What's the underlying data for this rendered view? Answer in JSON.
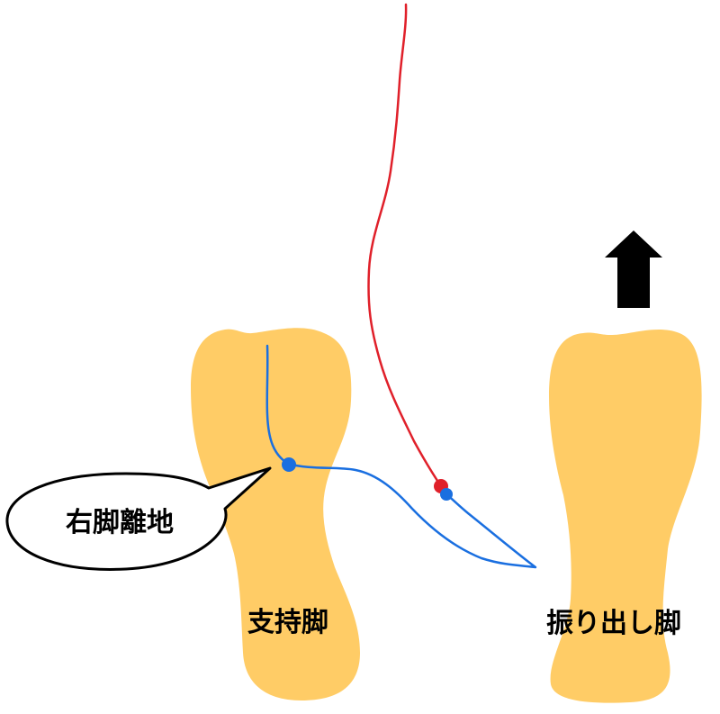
{
  "labels": {
    "callout": "右脚離地",
    "support_foot": "支持脚",
    "swing_foot": "振り出し脚"
  },
  "colors": {
    "foot": "#ffcc66",
    "support_trajectory": "#1a6fe0",
    "swing_trajectory": "#e0202a",
    "arrow": "#000000",
    "callout_fill": "#ffffff",
    "callout_stroke": "#000000"
  },
  "icons": {
    "direction": "up-arrow-icon"
  }
}
